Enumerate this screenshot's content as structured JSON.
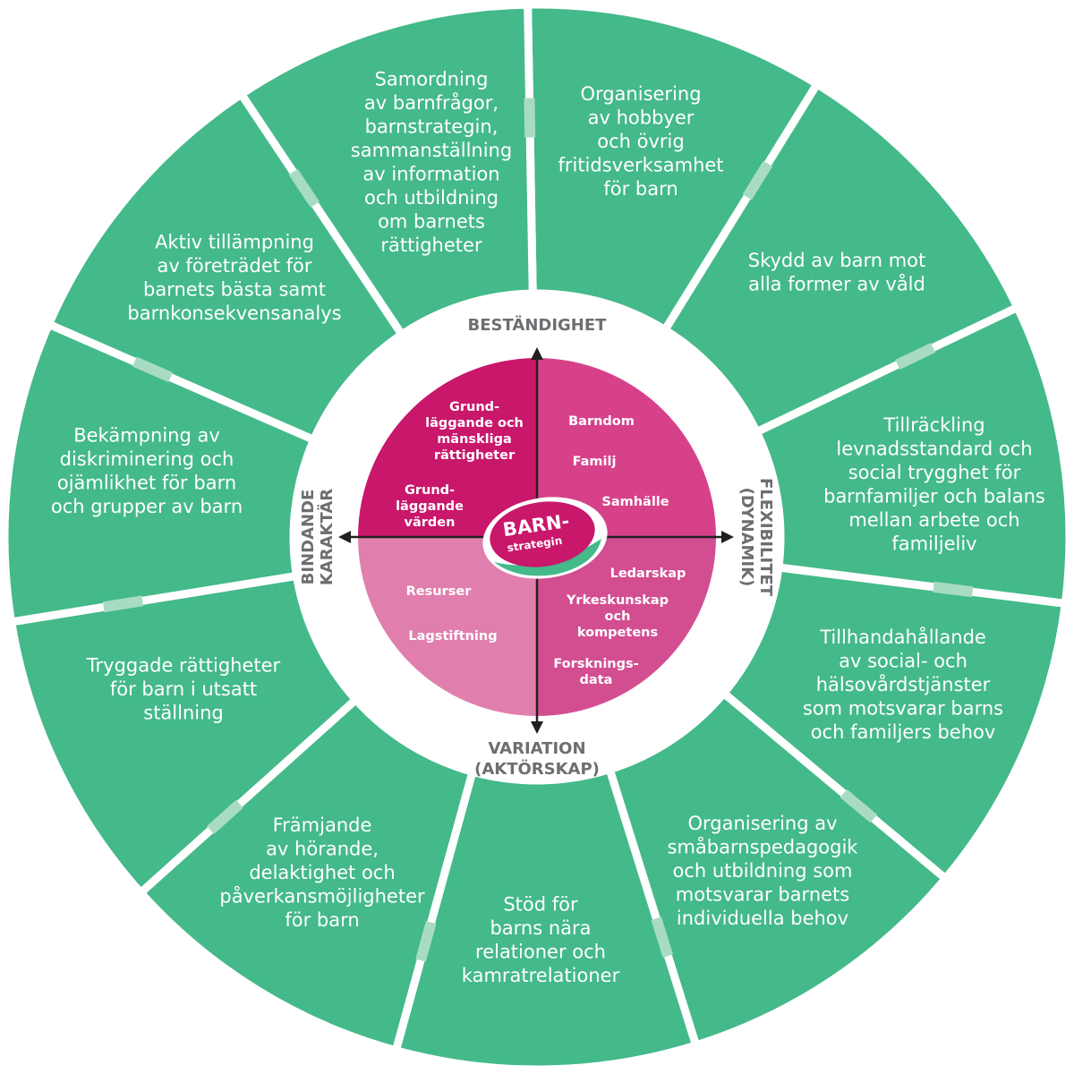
{
  "colors": {
    "segment": "#44b98a",
    "gap_accent": "#a8dcc2",
    "quadrant_top_left": "#c9176b",
    "quadrant_top_right": "#d6418a",
    "quadrant_bottom_left": "#e07fae",
    "quadrant_bottom_right": "#d34e91",
    "axis_label": "#6d6e71"
  },
  "segments": [
    {
      "lines": [
        "Samordning",
        "av barnfrågor,",
        "barnstrategin,",
        "sammanställning",
        "av information",
        "och utbildning",
        "om barnets",
        "rättigheter"
      ]
    },
    {
      "lines": [
        "Organisering",
        "av hobbyer",
        "och övrig",
        "fritidsverksamhet",
        "för barn"
      ]
    },
    {
      "lines": [
        "Skydd av barn mot",
        "alla former av våld"
      ]
    },
    {
      "lines": [
        "Tillräckling",
        "levnadsstandard och",
        "social trygghet för",
        "barnfamiljer och balans",
        "mellan arbete och",
        "familjeliv"
      ]
    },
    {
      "lines": [
        "Tillhandahållande",
        "av social- och",
        "hälsovårdstjänster",
        "som motsvarar barns",
        "och familjers behov"
      ]
    },
    {
      "lines": [
        "Organisering av",
        "småbarnspedagogik",
        "och utbildning som",
        "motsvarar barnets",
        "individuella behov"
      ]
    },
    {
      "lines": [
        "Stöd för",
        "barns nära",
        "relationer och",
        "kamratrelationer"
      ]
    },
    {
      "lines": [
        "Främjande",
        "av hörande,",
        "delaktighet och",
        "påverkansmöjligheter",
        "för barn"
      ]
    },
    {
      "lines": [
        "Tryggade rättigheter",
        "för barn i utsatt",
        "ställning"
      ]
    },
    {
      "lines": [
        "Bekämpning av",
        "diskriminering och",
        "ojämlikhet för barn",
        "och grupper av barn"
      ]
    },
    {
      "lines": [
        "Aktiv tillämpning",
        "av företrädet för",
        "barnets bästa samt",
        "barnkonsekvensanalys"
      ]
    }
  ],
  "axes": {
    "top": "BESTÄNDIGHET",
    "bottom": [
      "VARIATION",
      "(AKTÖRSKAP)"
    ],
    "left": [
      "BINDANDE",
      "KARAKTÄR"
    ],
    "right": [
      "FLEXIBILITET",
      "(DYNAMIK)"
    ]
  },
  "quadrants": {
    "top_left": [
      {
        "lines": [
          "Grund-",
          "läggande och",
          "mänskliga",
          "rättigheter"
        ]
      },
      {
        "lines": [
          "Grund-",
          "läggande",
          "värden"
        ]
      }
    ],
    "top_right": [
      {
        "lines": [
          "Barndom"
        ]
      },
      {
        "lines": [
          "Familj"
        ]
      },
      {
        "lines": [
          "Samhälle"
        ]
      }
    ],
    "bottom_left": [
      {
        "lines": [
          "Resurser"
        ]
      },
      {
        "lines": [
          "Lagstiftning"
        ]
      }
    ],
    "bottom_right": [
      {
        "lines": [
          "Ledarskap"
        ]
      },
      {
        "lines": [
          "Yrkeskunskap",
          "och",
          "kompetens"
        ]
      },
      {
        "lines": [
          "Forsknings-",
          "data"
        ]
      }
    ]
  },
  "logo": {
    "title": "BARN-",
    "subtitle": "strategin"
  }
}
